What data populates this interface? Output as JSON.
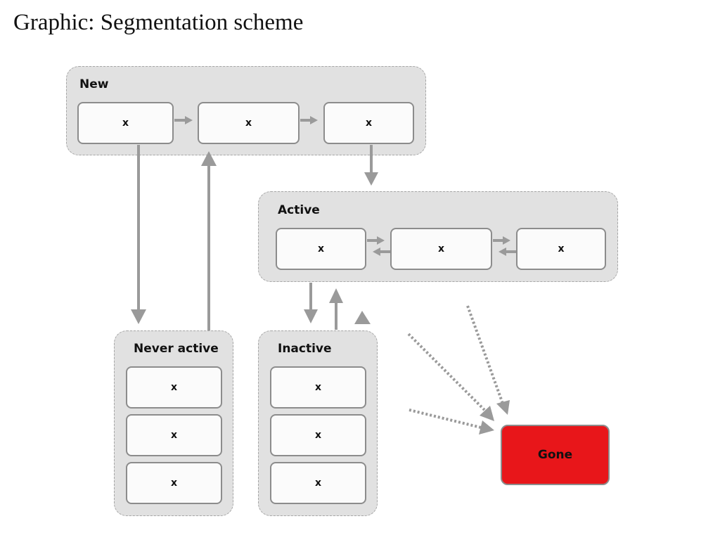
{
  "page": {
    "title": "Graphic: Segmentation scheme"
  },
  "colors": {
    "group_fill": "#e1e1e1",
    "node_fill": "#fbfbfb",
    "arrow": "#9a9a9a",
    "gone_fill": "#e8161a"
  },
  "groups": {
    "new": {
      "label": "New",
      "nodes": [
        "x",
        "x",
        "x"
      ]
    },
    "active": {
      "label": "Active",
      "nodes": [
        "x",
        "x",
        "x"
      ]
    },
    "never_active": {
      "label": "Never active",
      "nodes": [
        "x",
        "x",
        "x"
      ]
    },
    "inactive": {
      "label": "Inactive",
      "nodes": [
        "x",
        "x",
        "x"
      ]
    }
  },
  "gone": {
    "label": "Gone"
  }
}
